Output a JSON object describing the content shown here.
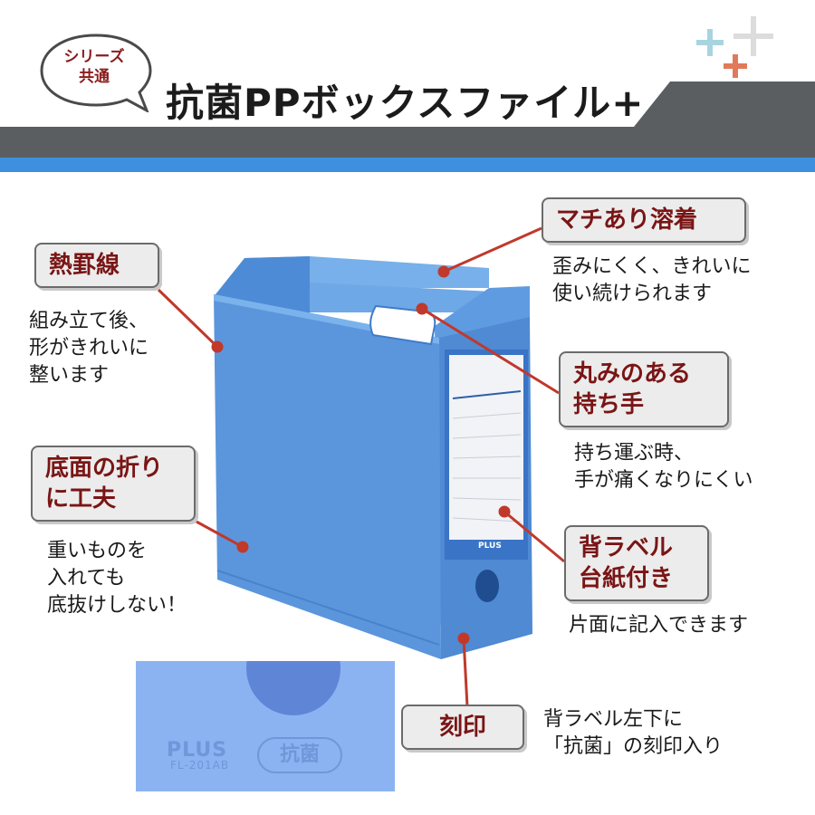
{
  "header": {
    "badge": [
      "シリーズ",
      "共通"
    ],
    "title": "抗菌PPボックスファイル+",
    "colors": {
      "band_gray": "#5a5e60",
      "band_blue": "#3e8fe0",
      "accent_red": "#7a1515"
    }
  },
  "features": [
    {
      "label": [
        "熱罫線"
      ],
      "description": [
        "組み立て後、",
        "形がきれいに",
        "整います"
      ]
    },
    {
      "label": [
        "底面の折り",
        "に工夫"
      ],
      "description": [
        "重いものを",
        "入れても",
        "底抜けしない！"
      ]
    },
    {
      "label": [
        "マチあり溶着"
      ],
      "description": [
        "歪みにくく、きれいに",
        "使い続けられます"
      ]
    },
    {
      "label": [
        "丸みのある",
        "持ち手"
      ],
      "description": [
        "持ち運ぶ時、",
        "手が痛くなりにくい"
      ]
    },
    {
      "label": [
        "背ラベル",
        "台紙付き"
      ],
      "description": [
        "片面に記入できます"
      ]
    },
    {
      "label": [
        "刻印"
      ],
      "description": [
        "背ラベル左下に",
        "「抗菌」の刻印入り"
      ]
    }
  ],
  "product": {
    "spine_label_brand": "PLUS",
    "stamp_closeup": {
      "brand": "PLUS",
      "model": "FL-201AB",
      "mark": "抗菌"
    },
    "body_color": "#5c98dd"
  }
}
